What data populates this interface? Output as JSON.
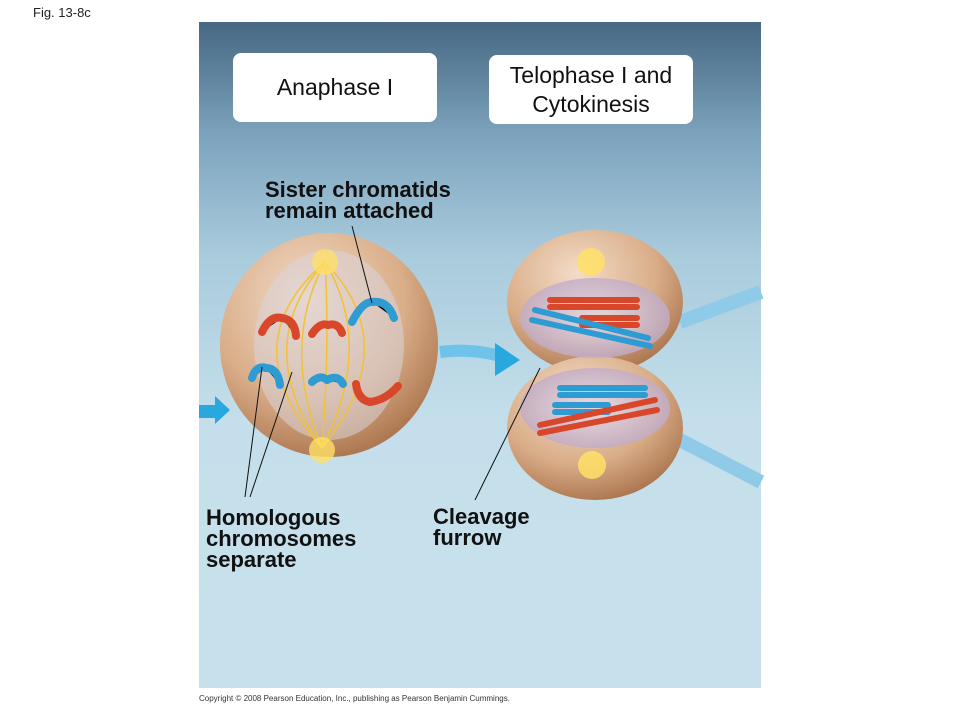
{
  "figure_id": "Fig. 13-8c",
  "stages": {
    "anaphase": "Anaphase I",
    "telophase_line1": "Telophase I and",
    "telophase_line2": "Cytokinesis"
  },
  "labels": {
    "sister_1": "Sister chromatids",
    "sister_2": "remain attached",
    "homologous_1": "Homologous",
    "homologous_2": "chromosomes",
    "homologous_3": "separate",
    "cleavage_1": "Cleavage",
    "cleavage_2": "furrow"
  },
  "copyright": "Copyright © 2008 Pearson Education, Inc., publishing as Pearson Benjamin Cummings.",
  "colors": {
    "cell": "#c9936a",
    "red": "#d9472b",
    "blue": "#2f9bd3",
    "spindle": "#f2c230",
    "arrow": "#29a8e0"
  }
}
